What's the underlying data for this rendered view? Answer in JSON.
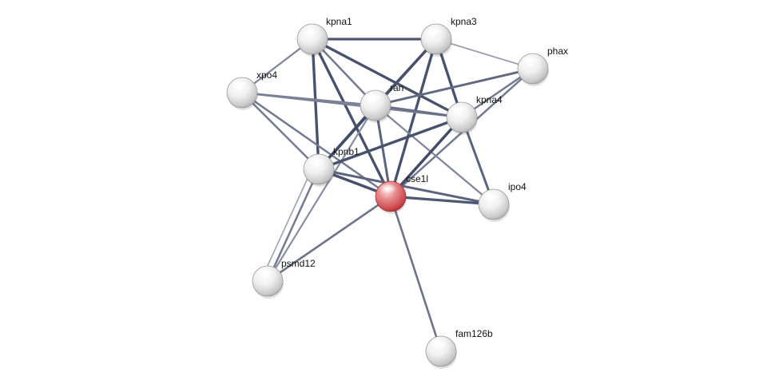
{
  "network": {
    "query_protein": "cse1l",
    "colors": {
      "query_node": "#d9575c",
      "partner_node": "#d8d8d8",
      "edge_strong": "#3c4663",
      "edge_weak": "#b8bcc8"
    },
    "nodes": [
      {
        "id": "kpna1",
        "label": "kpna1",
        "query": false
      },
      {
        "id": "kpna3",
        "label": "kpna3",
        "query": false
      },
      {
        "id": "phax",
        "label": "phax",
        "query": false
      },
      {
        "id": "xpo4",
        "label": "xpo4",
        "query": false
      },
      {
        "id": "ran",
        "label": "ran",
        "query": false
      },
      {
        "id": "kpna4",
        "label": "kpna4",
        "query": false
      },
      {
        "id": "kpnb1",
        "label": "kpnb1",
        "query": false
      },
      {
        "id": "cse1l",
        "label": "cse1l",
        "query": true
      },
      {
        "id": "ipo4",
        "label": "ipo4",
        "query": false
      },
      {
        "id": "psmd12",
        "label": "psmd12",
        "query": false
      },
      {
        "id": "fam126b",
        "label": "fam126b",
        "query": false
      }
    ],
    "edges": [
      {
        "source": "kpna1",
        "target": "kpna3",
        "score": 0.85
      },
      {
        "source": "kpna1",
        "target": "xpo4",
        "score": 0.45
      },
      {
        "source": "kpna1",
        "target": "ran",
        "score": 0.55
      },
      {
        "source": "kpna1",
        "target": "kpna4",
        "score": 0.9
      },
      {
        "source": "kpna1",
        "target": "kpnb1",
        "score": 0.9
      },
      {
        "source": "kpna1",
        "target": "cse1l",
        "score": 0.9
      },
      {
        "source": "kpna3",
        "target": "phax",
        "score": 0.25
      },
      {
        "source": "kpna3",
        "target": "ran",
        "score": 0.85
      },
      {
        "source": "kpna3",
        "target": "kpna4",
        "score": 0.9
      },
      {
        "source": "kpna3",
        "target": "kpnb1",
        "score": 0.9
      },
      {
        "source": "kpna3",
        "target": "cse1l",
        "score": 0.9
      },
      {
        "source": "phax",
        "target": "ran",
        "score": 0.7
      },
      {
        "source": "phax",
        "target": "kpna4",
        "score": 0.55
      },
      {
        "source": "phax",
        "target": "cse1l",
        "score": 0.55
      },
      {
        "source": "xpo4",
        "target": "ran",
        "score": 0.5
      },
      {
        "source": "xpo4",
        "target": "kpna4",
        "score": 0.5
      },
      {
        "source": "xpo4",
        "target": "kpnb1",
        "score": 0.55
      },
      {
        "source": "xpo4",
        "target": "cse1l",
        "score": 0.55
      },
      {
        "source": "ran",
        "target": "kpna4",
        "score": 0.65
      },
      {
        "source": "ran",
        "target": "kpnb1",
        "score": 0.95
      },
      {
        "source": "ran",
        "target": "cse1l",
        "score": 0.75
      },
      {
        "source": "ran",
        "target": "ipo4",
        "score": 0.45
      },
      {
        "source": "ran",
        "target": "psmd12",
        "score": 0.4
      },
      {
        "source": "kpna4",
        "target": "kpnb1",
        "score": 0.9
      },
      {
        "source": "kpna4",
        "target": "cse1l",
        "score": 0.95
      },
      {
        "source": "kpna4",
        "target": "ipo4",
        "score": 0.75
      },
      {
        "source": "kpnb1",
        "target": "cse1l",
        "score": 0.9
      },
      {
        "source": "kpnb1",
        "target": "ipo4",
        "score": 0.75
      },
      {
        "source": "kpnb1",
        "target": "psmd12",
        "score": 0.55
      },
      {
        "source": "kpnb1",
        "target": "psmd12",
        "score": 0.2,
        "offset": 8
      },
      {
        "source": "cse1l",
        "target": "ipo4",
        "score": 0.85
      },
      {
        "source": "cse1l",
        "target": "psmd12",
        "score": 0.6
      },
      {
        "source": "cse1l",
        "target": "fam126b",
        "score": 0.6
      }
    ]
  }
}
